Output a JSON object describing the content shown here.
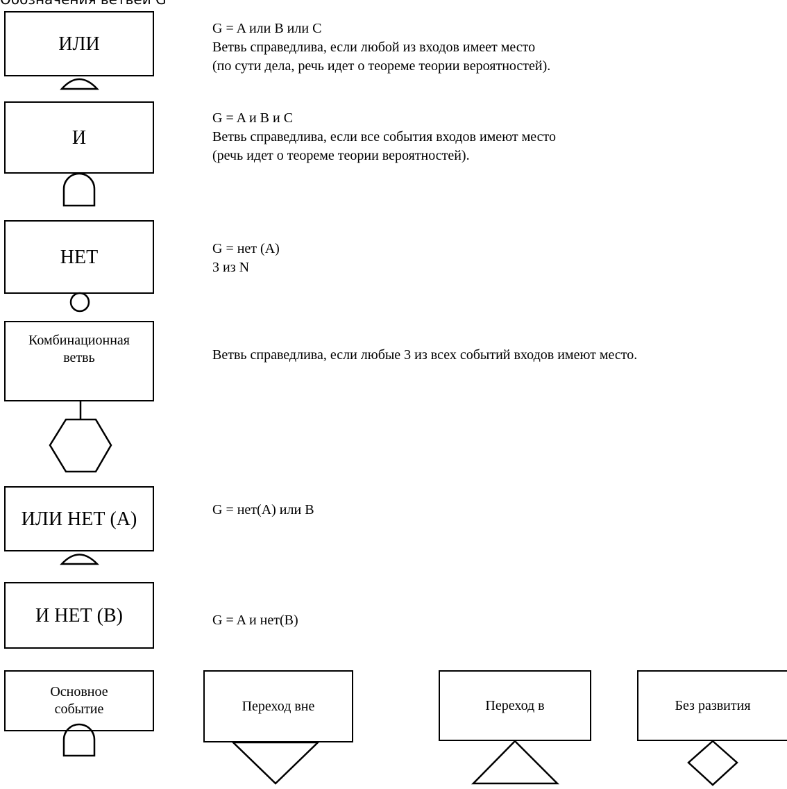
{
  "header": "Обозначения ветвей G",
  "gates": [
    {
      "label": "ИЛИ",
      "lines": [
        "G = A или B или C",
        "Ветвь справедлива, если любой из входов имеет место",
        "(по сути дела, речь идет о теореме   теории вероятностей)."
      ]
    },
    {
      "label": "И",
      "lines": [
        "G = A и B и C",
        "Ветвь справедлива, если все события входов имеют место",
        "(речь идет о теореме   теории вероятностей)."
      ]
    },
    {
      "label": "НЕТ",
      "lines": [
        "G = нет (A)",
        "3 из N"
      ]
    },
    {
      "label": "Комбинационная\nветвь",
      "lines": [
        "Ветвь справедлива, если любые 3 из всех событий входов имеют место."
      ]
    },
    {
      "label": "ИЛИ НЕТ (А)",
      "lines": [
        "G = нет(A) или B"
      ]
    },
    {
      "label": "И НЕТ (В)",
      "lines": [
        "G = A и нет(B)"
      ]
    }
  ],
  "events": [
    {
      "label": "Основное\nсобытие",
      "symbol": "and-gate-dome"
    },
    {
      "label": "Переход вне",
      "symbol": "triangle-down"
    },
    {
      "label": "Переход в",
      "symbol": "triangle-up"
    },
    {
      "label": "Без развития",
      "symbol": "diamond"
    }
  ]
}
